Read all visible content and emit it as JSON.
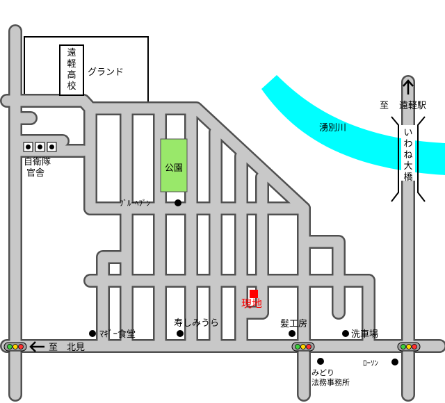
{
  "colors": {
    "road": "#c8c8c8",
    "road_outline": "#505050",
    "river": "#00ffff",
    "park": "#99e86a",
    "site_marker": "#ff0000",
    "site_text": "#ff0000",
    "signal_body": "#a0a0a0",
    "signal_red": "#ff3030",
    "signal_yellow": "#ffd800",
    "signal_green": "#3cd13c"
  },
  "labels": {
    "school_vertical": [
      "遠",
      "軽",
      "高",
      "校"
    ],
    "ground": "グランド",
    "jsdf_line1": "自衛隊",
    "jsdf_line2": "官舎",
    "park": "公園",
    "bluehaven": "ﾌﾞﾙｰﾍﾌﾞﾝ",
    "site": "現地",
    "river": "湧別川",
    "to_engaru_prefix": "至",
    "to_engaru": "遠軽駅",
    "bridge_vertical": [
      "い",
      "わ",
      "ね",
      "大",
      "橋"
    ],
    "to_kitami_prefix": "至",
    "to_kitami": "北見",
    "magi_shokudo": "ﾏｷﾞｰ食堂",
    "sushi_miura": "寿しみうら",
    "hair_salon": "髪工房",
    "car_wash": "洗車場",
    "lawson": "ﾛｰｿﾝ",
    "midori_line1": "みどり",
    "midori_line2": "法務事務所"
  },
  "icons": {
    "arrow_up": "arrow-up-icon",
    "arrow_left": "arrow-left-icon",
    "signal": "traffic-signal-icon",
    "poi": "poi-dot-icon"
  }
}
